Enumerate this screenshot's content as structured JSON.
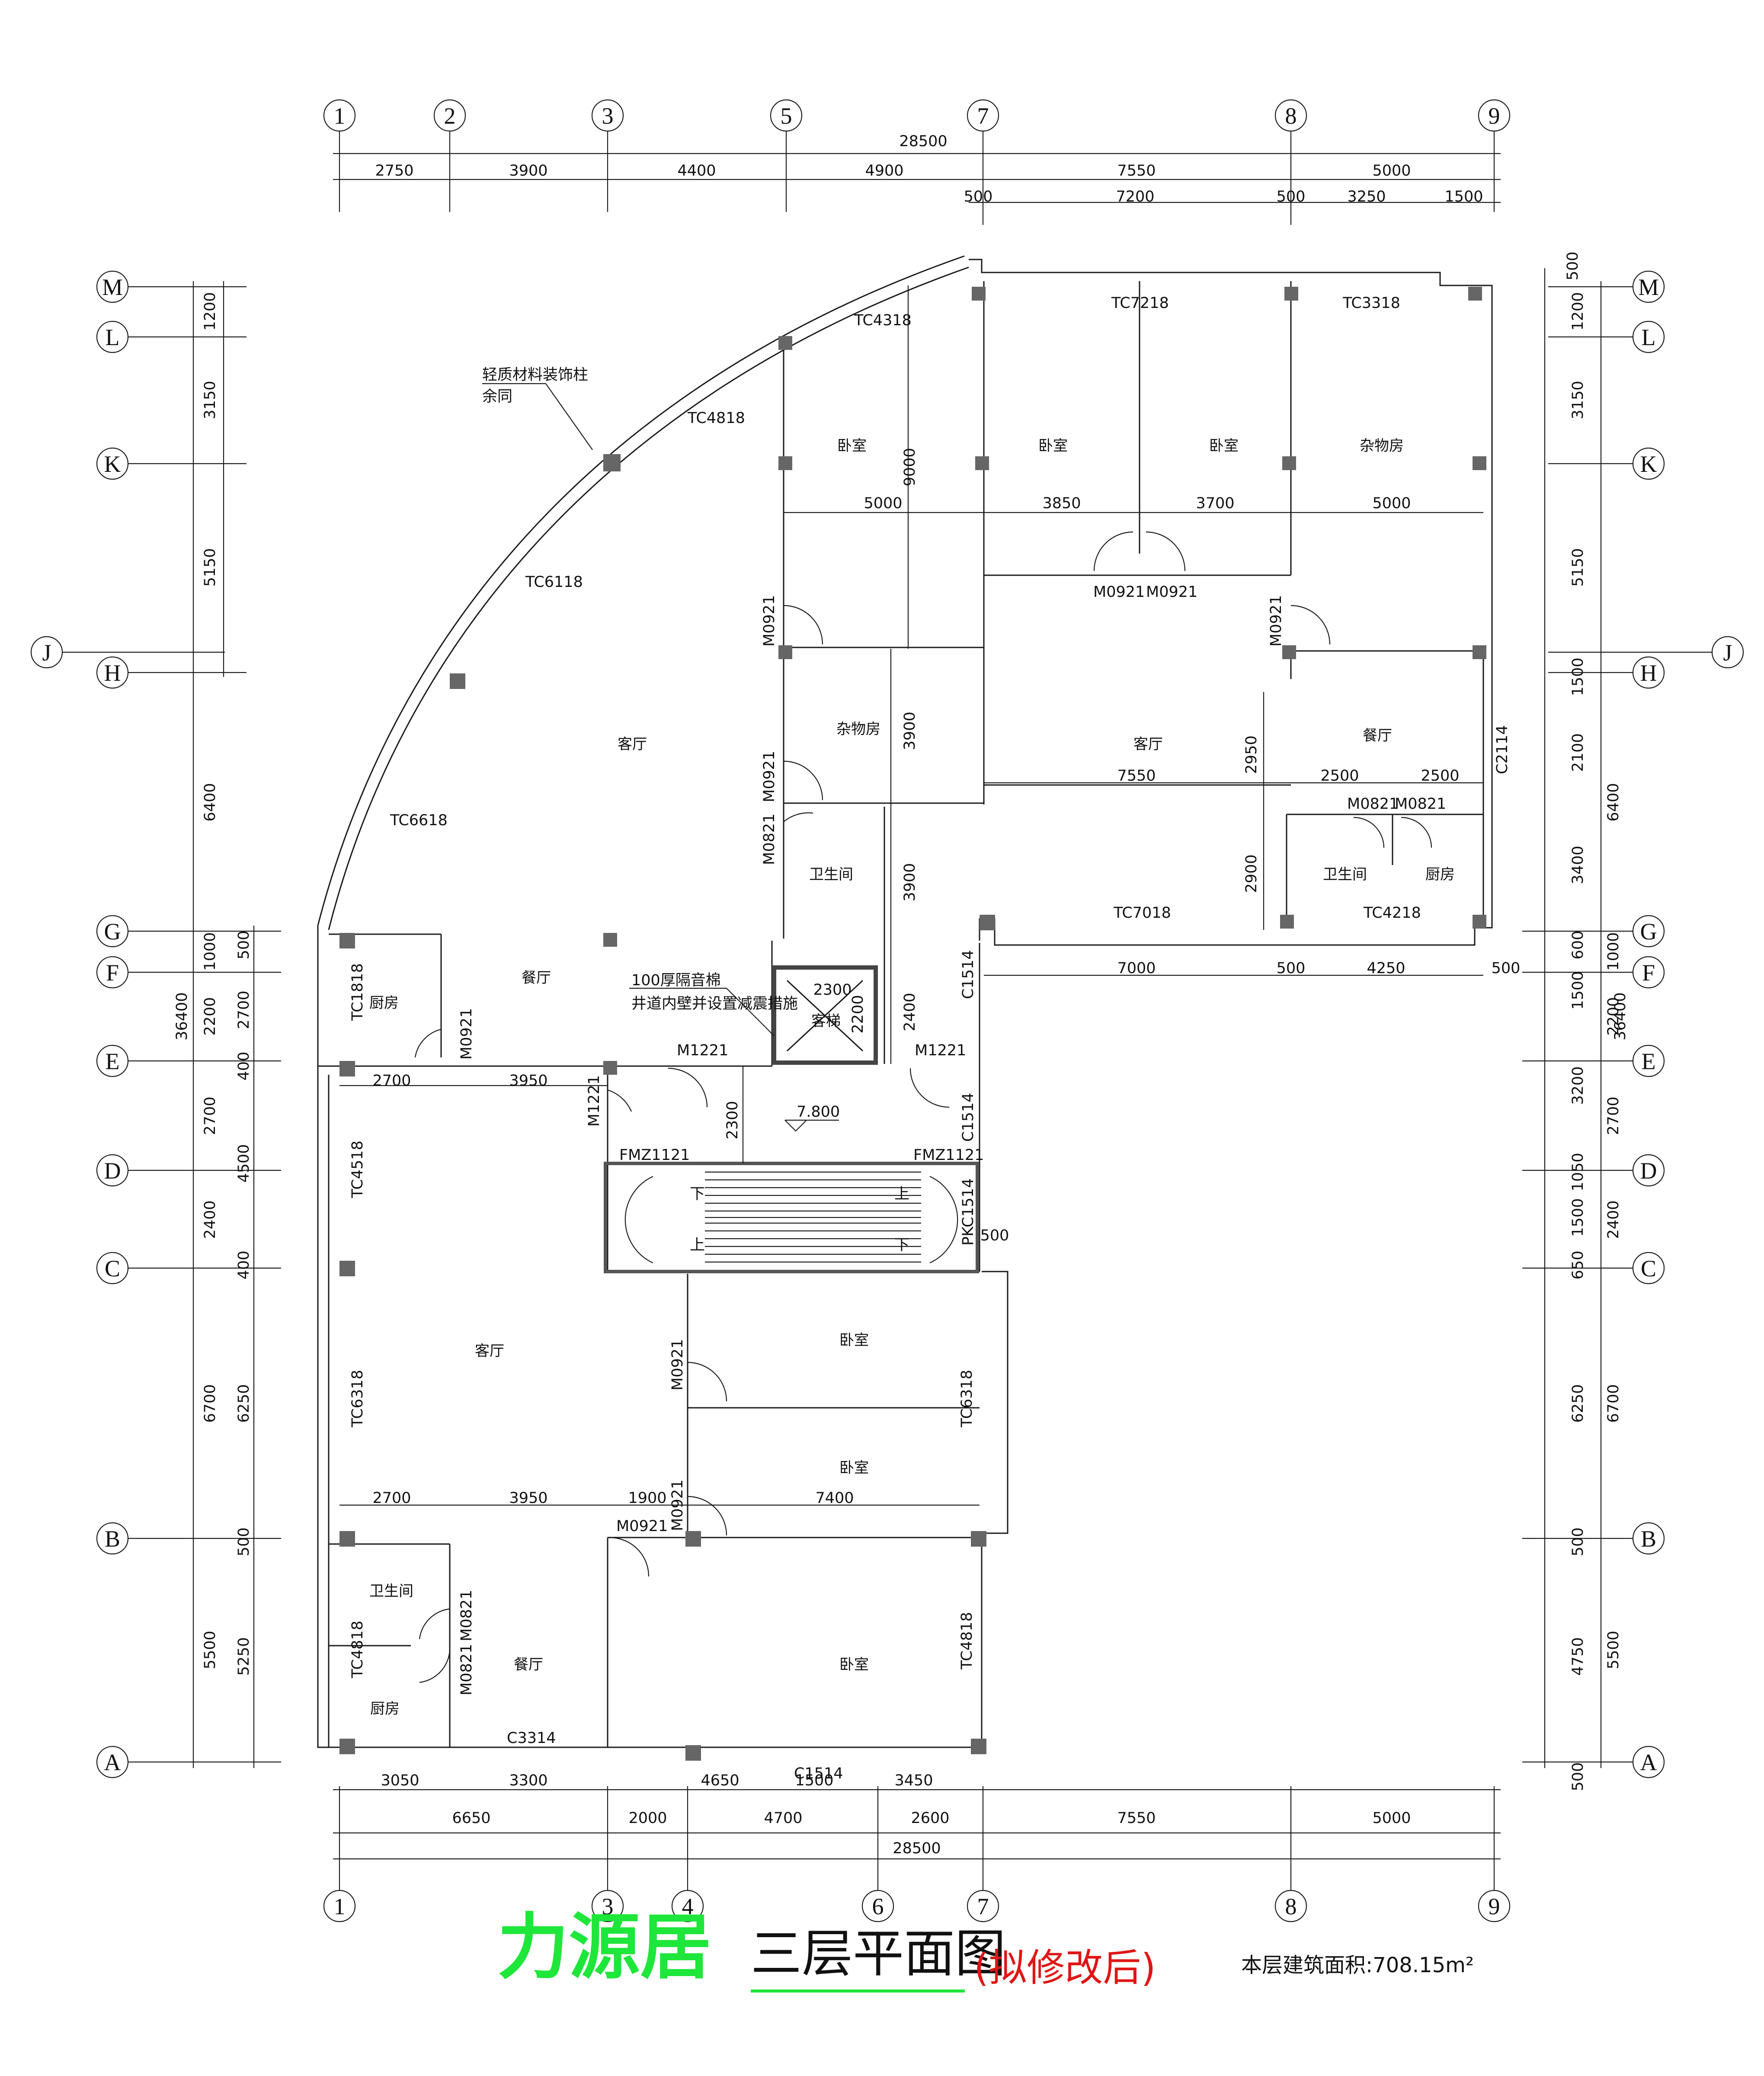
{
  "title": {
    "name": "力源居",
    "subtitle": "三层平面图",
    "note": "(拟修改后)",
    "area_label": "本层建筑面积:708.15m²"
  },
  "colors": {
    "title_green": "#1ee63a",
    "note_red": "#e01515"
  },
  "axes": {
    "top": [
      "1",
      "2",
      "3",
      "5",
      "7",
      "8",
      "9"
    ],
    "bottom": [
      "1",
      "3",
      "4",
      "6",
      "7",
      "8",
      "9"
    ],
    "left": [
      "M",
      "L",
      "K",
      "J",
      "H",
      "G",
      "F",
      "E",
      "D",
      "C",
      "B",
      "A"
    ],
    "right": [
      "M",
      "L",
      "K",
      "J",
      "H",
      "G",
      "F",
      "E",
      "D",
      "C",
      "B",
      "A"
    ]
  },
  "dims": {
    "top_total": "28500",
    "top_row1": [
      "2750",
      "3900",
      "4400",
      "4900",
      "7550",
      "5000"
    ],
    "top_row2": [
      "500",
      "7200",
      "500",
      "3250",
      "1500"
    ],
    "top_row2_small": "500",
    "bottom_row1": [
      "3050",
      "3300",
      "4650",
      "1500",
      "3450"
    ],
    "bottom_row2": [
      "6650",
      "2000",
      "4700",
      "2600",
      "7550",
      "5000"
    ],
    "bottom_total": "28500",
    "left_outer": [
      "1200",
      "3150",
      "5150",
      "6400",
      "1000",
      "2200",
      "2700",
      "2400",
      "6700",
      "5500"
    ],
    "left_inner": [
      "500",
      "2700",
      "400",
      "4500",
      "400",
      "6250",
      "500",
      "5250"
    ],
    "left_total": "36400",
    "right_outer": [
      "1200",
      "3150",
      "5150",
      "1500",
      "2100",
      "3400",
      "600",
      "1500",
      "3200",
      "1050",
      "1500",
      "650",
      "6250",
      "500",
      "4750",
      "500"
    ],
    "right_inner": [
      "6400",
      "1000",
      "2200",
      "2700",
      "2400",
      "6700",
      "5500"
    ],
    "right_total": "36400",
    "right_top": "500",
    "internal": [
      "5000",
      "3850",
      "3700",
      "5000",
      "9000",
      "3900",
      "3900",
      "2950",
      "2900",
      "7550",
      "2500",
      "2500",
      "7000",
      "500",
      "4250",
      "500",
      "2300",
      "2200",
      "2400",
      "2700",
      "3950",
      "2300",
      "2700",
      "3950",
      "1900",
      "7400",
      "500"
    ]
  },
  "windows": [
    "TC4318",
    "TC7218",
    "TC3318",
    "TC4818",
    "TC6118",
    "TC6618",
    "TC1818",
    "TC4518",
    "TC6318",
    "TC4818",
    "TC6318",
    "TC4818",
    "C3314",
    "C1514",
    "C2114",
    "TC7018",
    "TC4218",
    "C1514",
    "C1514",
    "PKC1514"
  ],
  "doors": [
    "M0921",
    "M0921",
    "M0921",
    "M0921",
    "M0921",
    "M0821",
    "M0821",
    "M0921",
    "M0821",
    "M1221",
    "M1221",
    "M1221",
    "FMZ1121",
    "FMZ1121",
    "M0921",
    "M0921",
    "M0921",
    "M0821",
    "M0821"
  ],
  "rooms": {
    "bedroom": "卧室",
    "storage": "杂物房",
    "living": "客厅",
    "dining": "餐厅",
    "bathroom": "卫生间",
    "kitchen": "厨房",
    "elevator": "客梯"
  },
  "annotations": {
    "column_note_1": "轻质材料装饰柱",
    "column_note_2": "余同",
    "shaft_note_1": "100厚隔音棉",
    "shaft_note_2": "井道内壁并设置减震措施",
    "level": "7.800",
    "stair_down": "下",
    "stair_up": "上"
  }
}
